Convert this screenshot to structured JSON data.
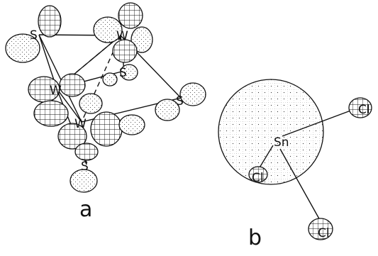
{
  "figure": {
    "panel_a": {
      "label": "a",
      "atoms": {
        "w": "W",
        "s": "S"
      }
    },
    "panel_b": {
      "label": "b",
      "atoms": {
        "sn": "Sn",
        "cl": "Cl"
      }
    }
  }
}
